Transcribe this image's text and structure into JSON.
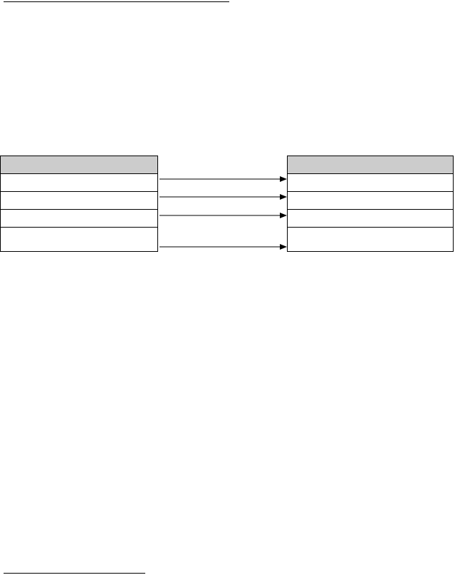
{
  "left_table": {
    "header": "",
    "rows": [
      "",
      "",
      "",
      ""
    ]
  },
  "right_table": {
    "header": "",
    "rows": [
      "",
      "",
      "",
      ""
    ]
  },
  "connectors": [
    {
      "from": 0,
      "to": 0
    },
    {
      "from": 1,
      "to": 1
    },
    {
      "from": 2,
      "to": 2
    },
    {
      "from": 3,
      "to": 3
    }
  ],
  "colors": {
    "header_fill": "#cccccc",
    "line": "#000000"
  }
}
